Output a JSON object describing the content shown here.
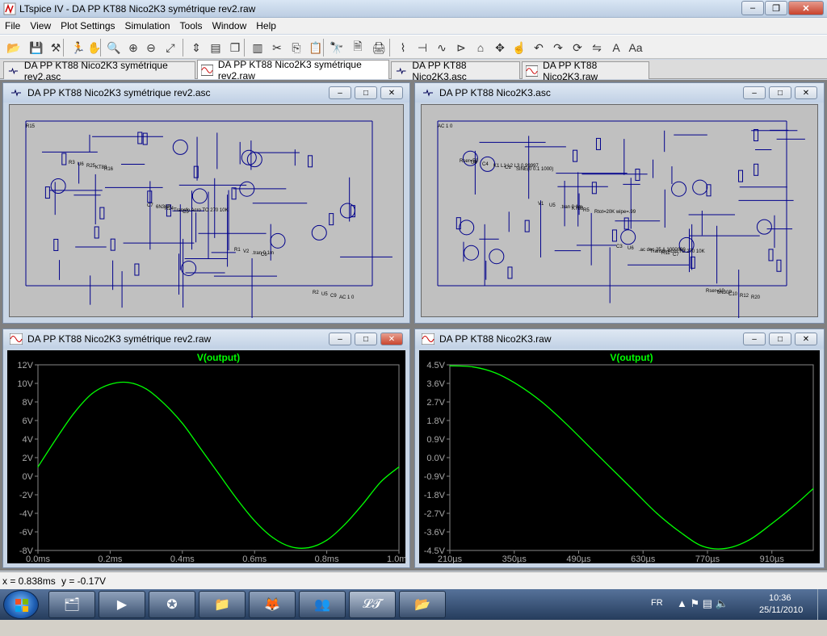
{
  "window": {
    "title": "LTspice IV - DA  PP KT88 Nico2K3 symétrique rev2.raw"
  },
  "menu": [
    "File",
    "View",
    "Plot Settings",
    "Simulation",
    "Tools",
    "Window",
    "Help"
  ],
  "toolbar_icons": [
    "open-icon",
    "save-icon",
    "hammer-icon",
    "run-icon",
    "pan-icon",
    "zoom-in-icon",
    "zoom-area-icon",
    "zoom-out-icon",
    "zoom-fit-icon",
    "autorange-icon",
    "tile-icon",
    "cascade-icon",
    "tile-vertical-icon",
    "cut-icon",
    "copy-icon",
    "paste-icon",
    "find-icon",
    "print-preview-icon",
    "print-icon",
    "resistor-icon",
    "capacitor-icon",
    "inductor-icon",
    "diode-icon",
    "component-icon",
    "move-icon",
    "drag-icon",
    "undo-icon",
    "redo-icon",
    "rotate-icon",
    "mirror-icon",
    "text-icon",
    "spice-directive-icon"
  ],
  "tabs": [
    {
      "label": "DA  PP KT88 Nico2K3 symétrique rev2.asc",
      "icon": "schematic-icon",
      "active": false
    },
    {
      "label": "DA  PP KT88 Nico2K3 symétrique rev2.raw",
      "icon": "waveform-icon",
      "active": true
    },
    {
      "label": "DA  PP KT88 Nico2K3.asc",
      "icon": "schematic-icon",
      "active": false
    },
    {
      "label": "DA  PP KT88 Nico2K3.raw",
      "icon": "waveform-icon",
      "active": false
    }
  ],
  "panes": {
    "sch1": {
      "title": "DA  PP KT88 Nico2K3 symétrique rev2.asc",
      "labels": [
        "R15",
        "R16",
        "C5",
        "C6",
        "AC 1 0",
        "KT88",
        "Transfo Acro TO 270 10K",
        ".tran 0 1m",
        "C9",
        "R25",
        "R24",
        "V2",
        "U5",
        "U6",
        "6N30P",
        "R1",
        "R2",
        "R3",
        "C7"
      ]
    },
    "sch2": {
      "title": "DA  PP KT88 Nico2K3.asc",
      "labels": [
        "AC 1 0",
        "SINE(0 0.1 1000)",
        "Rtot=20K wipe=.99",
        "C7",
        "R20",
        "C1",
        "R5",
        "R11",
        "R12",
        "K1 L1 L2 L3 0.99997",
        "KT88",
        "Transfo Acro TO 270 10K",
        "C10",
        "C4",
        ".tran 0 1m",
        ".ac dec 25 1 1000000",
        "6N30P",
        "U4",
        "U5",
        "U6",
        "Rser=10",
        "Rser=50",
        "V1",
        "C3"
      ]
    },
    "plot1": {
      "title": "DA  PP KT88 Nico2K3 symétrique rev2.raw"
    },
    "plot2": {
      "title": "DA  PP KT88 Nico2K3.raw"
    }
  },
  "chart_data": [
    {
      "type": "line",
      "title": "V(output)",
      "x_unit": "ms",
      "y_unit": "V",
      "x_ticks": [
        "0.0ms",
        "0.2ms",
        "0.4ms",
        "0.6ms",
        "0.8ms",
        "1.0ms"
      ],
      "y_ticks": [
        "12V",
        "10V",
        "8V",
        "6V",
        "4V",
        "2V",
        "0V",
        "-2V",
        "-4V",
        "-6V",
        "-8V"
      ],
      "xlim": [
        0,
        1.0
      ],
      "ylim": [
        -8,
        12
      ],
      "series": [
        {
          "color": "#00ff00",
          "x": [
            0,
            0.05,
            0.1,
            0.15,
            0.2,
            0.25,
            0.3,
            0.35,
            0.4,
            0.45,
            0.5,
            0.55,
            0.6,
            0.65,
            0.7,
            0.75,
            0.8,
            0.85,
            0.9,
            0.95,
            1.0
          ],
          "y": [
            1.0,
            4.0,
            6.8,
            8.9,
            9.9,
            10.1,
            9.4,
            7.8,
            5.7,
            3.0,
            0.3,
            -2.4,
            -4.8,
            -6.6,
            -7.6,
            -7.7,
            -6.9,
            -5.2,
            -3.0,
            -0.6,
            1.0
          ]
        }
      ]
    },
    {
      "type": "line",
      "title": "V(output)",
      "x_unit": "µs",
      "y_unit": "V",
      "x_ticks": [
        "210µs",
        "350µs",
        "490µs",
        "630µs",
        "770µs",
        "910µs"
      ],
      "y_ticks": [
        "4.5V",
        "3.6V",
        "2.7V",
        "1.8V",
        "0.9V",
        "0.0V",
        "-0.9V",
        "-1.8V",
        "-2.7V",
        "-3.6V",
        "-4.5V"
      ],
      "xlim": [
        210,
        1000
      ],
      "ylim": [
        -4.5,
        4.5
      ],
      "series": [
        {
          "color": "#00ff00",
          "x": [
            210,
            260,
            310,
            360,
            410,
            460,
            510,
            560,
            610,
            660,
            710,
            760,
            810,
            860,
            910,
            960,
            1000
          ],
          "y": [
            4.45,
            4.4,
            4.1,
            3.5,
            2.7,
            1.7,
            0.6,
            -0.5,
            -1.6,
            -2.7,
            -3.6,
            -4.3,
            -4.4,
            -4.0,
            -3.2,
            -2.3,
            -1.5
          ]
        }
      ]
    }
  ],
  "status": {
    "x": "x = 0.838ms",
    "y": "y = -0.17V"
  },
  "taskbar": {
    "apps": [
      "explorer-icon",
      "media-player-icon",
      "pdf-icon",
      "folder-icon",
      "firefox-icon",
      "messenger-icon",
      "ltspice-icon",
      "folder2-icon"
    ],
    "lang": "FR",
    "time": "10:36",
    "date": "25/11/2010"
  }
}
